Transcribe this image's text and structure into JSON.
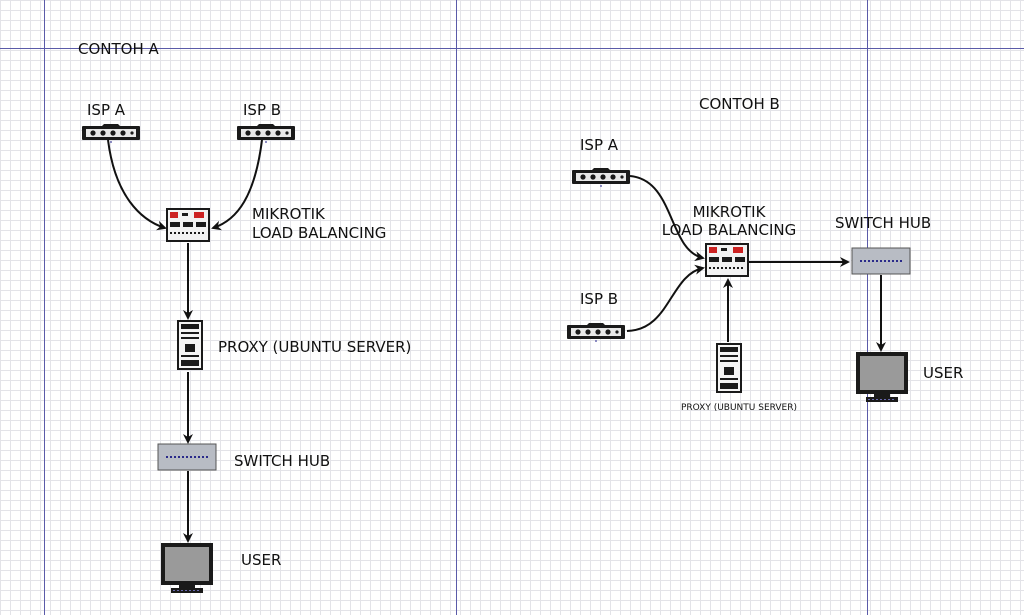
{
  "panel_a": {
    "title": "CONTOH A",
    "isp_a": "ISP A",
    "isp_b": "ISP B",
    "mikrotik_line1": "MIKROTIK",
    "mikrotik_line2": "LOAD BALANCING",
    "proxy": "PROXY (UBUNTU SERVER)",
    "switch": "SWITCH HUB",
    "user": "USER"
  },
  "panel_b": {
    "title": "CONTOH B",
    "isp_a": "ISP A",
    "isp_b": "ISP B",
    "mikrotik_line1": "MIKROTIK",
    "mikrotik_line2": "LOAD BALANCING",
    "switch": "SWITCH HUB",
    "proxy": "PROXY (UBUNTU SERVER)",
    "user": "USER"
  },
  "colors": {
    "guide_line": "#5a5aa8",
    "grid": "#e3e3e8",
    "connector": "#111111",
    "device_body": "#1a1a1a",
    "led_red": "#cc2222",
    "switch_fill": "#b8bcc4",
    "monitor_screen": "#9a9a9a"
  },
  "icons": [
    "modem-icon",
    "router-icon",
    "server-icon",
    "switch-icon",
    "monitor-icon"
  ]
}
